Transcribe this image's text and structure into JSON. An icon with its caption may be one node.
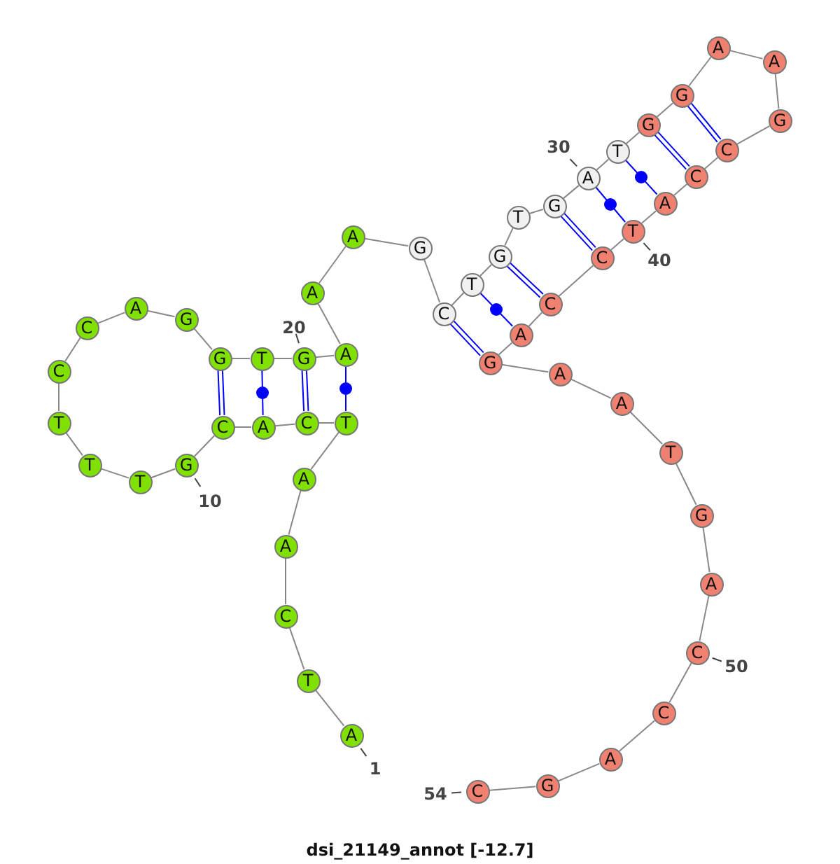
{
  "diagram": {
    "caption": "dsi_21149_annot [-12.7]",
    "nodes": [
      {
        "text": [
          "A"
        ],
        "beside": [
          "1"
        ]
      },
      {
        "text": [
          "T"
        ]
      },
      {
        "text": [
          "C"
        ]
      },
      {
        "text": [
          "A"
        ]
      },
      {
        "text": [
          "A"
        ]
      },
      {
        "text": [
          "T"
        ]
      },
      {
        "text": [
          "C"
        ]
      },
      {
        "text": [
          "A"
        ]
      },
      {
        "text": [
          "C"
        ]
      },
      {
        "text": [
          "G"
        ],
        "beside": [
          "10"
        ]
      },
      {
        "text": [
          "T"
        ]
      },
      {
        "text": [
          "T"
        ]
      },
      {
        "text": [
          "T"
        ]
      },
      {
        "text": [
          "C"
        ]
      },
      {
        "text": [
          "C"
        ]
      },
      {
        "text": [
          "A"
        ]
      },
      {
        "text": [
          "G"
        ]
      },
      {
        "text": [
          "G"
        ]
      },
      {
        "text": [
          "T"
        ]
      },
      {
        "text": [
          "G"
        ],
        "beside": [
          "20"
        ]
      },
      {
        "text": [
          "A"
        ]
      },
      {
        "text": [
          "A"
        ]
      },
      {
        "text": [
          "A"
        ]
      },
      {
        "text": [
          "G"
        ]
      },
      {
        "text": [
          "C"
        ]
      },
      {
        "text": [
          "T"
        ]
      },
      {
        "text": [
          "G"
        ]
      },
      {
        "text": [
          "T"
        ]
      },
      {
        "text": [
          "G"
        ]
      },
      {
        "text": [
          "A"
        ],
        "beside": [
          "30"
        ]
      },
      {
        "text": [
          "T"
        ]
      },
      {
        "text": [
          "G"
        ]
      },
      {
        "text": [
          "G"
        ]
      },
      {
        "text": [
          "A"
        ]
      },
      {
        "text": [
          "A"
        ]
      },
      {
        "text": [
          "G"
        ]
      },
      {
        "text": [
          "C"
        ]
      },
      {
        "text": [
          "C"
        ]
      },
      {
        "text": [
          "A"
        ]
      },
      {
        "text": [
          "T"
        ],
        "beside": [
          "40"
        ]
      },
      {
        "text": [
          "C"
        ]
      },
      {
        "text": [
          "C"
        ]
      },
      {
        "text": [
          "A"
        ]
      },
      {
        "text": [
          "G"
        ]
      },
      {
        "text": [
          "A"
        ]
      },
      {
        "text": [
          "A"
        ]
      },
      {
        "text": [
          "T"
        ]
      },
      {
        "text": [
          "G"
        ]
      },
      {
        "text": [
          "A"
        ]
      },
      {
        "text": [
          "C"
        ],
        "beside": [
          "50"
        ]
      },
      {
        "text": [
          "C"
        ]
      },
      {
        "text": [
          "A"
        ]
      },
      {
        "text": [
          "G"
        ]
      },
      {
        "text": [
          "C"
        ],
        "beside": [
          "54"
        ]
      }
    ],
    "edges": [
      {
        "from": 0,
        "to": 1,
        "arrow": "none"
      },
      {
        "from": 1,
        "to": 2,
        "arrow": "none"
      },
      {
        "from": 2,
        "to": 3,
        "arrow": "none"
      },
      {
        "from": 3,
        "to": 4,
        "arrow": "none"
      },
      {
        "from": 4,
        "to": 5,
        "arrow": "none"
      },
      {
        "from": 5,
        "to": 6,
        "arrow": "none"
      },
      {
        "from": 6,
        "to": 7,
        "arrow": "none"
      },
      {
        "from": 7,
        "to": 8,
        "arrow": "none"
      },
      {
        "from": 8,
        "to": 9,
        "arrow": "none"
      },
      {
        "from": 9,
        "to": 10,
        "arrow": "none"
      },
      {
        "from": 10,
        "to": 11,
        "arrow": "none"
      },
      {
        "from": 11,
        "to": 12,
        "arrow": "none"
      },
      {
        "from": 12,
        "to": 13,
        "arrow": "none"
      },
      {
        "from": 13,
        "to": 14,
        "arrow": "none"
      },
      {
        "from": 14,
        "to": 15,
        "arrow": "none"
      },
      {
        "from": 15,
        "to": 16,
        "arrow": "none"
      },
      {
        "from": 16,
        "to": 17,
        "arrow": "none"
      },
      {
        "from": 17,
        "to": 18,
        "arrow": "none"
      },
      {
        "from": 18,
        "to": 19,
        "arrow": "none"
      },
      {
        "from": 19,
        "to": 20,
        "arrow": "none"
      },
      {
        "from": 20,
        "to": 21,
        "arrow": "none"
      },
      {
        "from": 21,
        "to": 22,
        "arrow": "none"
      },
      {
        "from": 22,
        "to": 23,
        "arrow": "none"
      },
      {
        "from": 23,
        "to": 24,
        "arrow": "none"
      },
      {
        "from": 24,
        "to": 25,
        "arrow": "none"
      },
      {
        "from": 25,
        "to": 26,
        "arrow": "none"
      },
      {
        "from": 26,
        "to": 27,
        "arrow": "none"
      },
      {
        "from": 27,
        "to": 28,
        "arrow": "none"
      },
      {
        "from": 28,
        "to": 29,
        "arrow": "none"
      },
      {
        "from": 29,
        "to": 30,
        "arrow": "none"
      },
      {
        "from": 30,
        "to": 31,
        "arrow": "none"
      },
      {
        "from": 31,
        "to": 32,
        "arrow": "none"
      },
      {
        "from": 32,
        "to": 33,
        "arrow": "none"
      },
      {
        "from": 33,
        "to": 34,
        "arrow": "none"
      },
      {
        "from": 34,
        "to": 35,
        "arrow": "none"
      },
      {
        "from": 35,
        "to": 36,
        "arrow": "none"
      },
      {
        "from": 36,
        "to": 37,
        "arrow": "none"
      },
      {
        "from": 37,
        "to": 38,
        "arrow": "none"
      },
      {
        "from": 38,
        "to": 39,
        "arrow": "none"
      },
      {
        "from": 39,
        "to": 40,
        "arrow": "none"
      },
      {
        "from": 40,
        "to": 41,
        "arrow": "none"
      },
      {
        "from": 41,
        "to": 42,
        "arrow": "none"
      },
      {
        "from": 42,
        "to": 43,
        "arrow": "none"
      },
      {
        "from": 43,
        "to": 44,
        "arrow": "none"
      },
      {
        "from": 44,
        "to": 45,
        "arrow": "none"
      },
      {
        "from": 45,
        "to": 46,
        "arrow": "none"
      },
      {
        "from": 46,
        "to": 47,
        "arrow": "none"
      },
      {
        "from": 47,
        "to": 48,
        "arrow": "none"
      },
      {
        "from": 48,
        "to": 49,
        "arrow": "none"
      },
      {
        "from": 49,
        "to": 50,
        "arrow": "none"
      },
      {
        "from": 50,
        "to": 51,
        "arrow": "none"
      },
      {
        "from": 51,
        "to": 52,
        "arrow": "none"
      },
      {
        "from": 52,
        "to": 53,
        "arrow": "none"
      },
      {
        "from": 5,
        "to": 20,
        "arrow": "none",
        "color": "#0000ff"
      },
      {
        "from": 6,
        "to": 19,
        "arrow": "none",
        "color": "#0000ff"
      },
      {
        "from": 7,
        "to": 18,
        "arrow": "none",
        "color": "#0000ff"
      },
      {
        "from": 8,
        "to": 17,
        "arrow": "none",
        "color": "#0000ff"
      },
      {
        "from": 24,
        "to": 43,
        "arrow": "none",
        "color": "#0000ff"
      },
      {
        "from": 25,
        "to": 42,
        "arrow": "none",
        "color": "#0000ff"
      },
      {
        "from": 26,
        "to": 41,
        "arrow": "none",
        "color": "#0000ff"
      },
      {
        "from": 28,
        "to": 40,
        "arrow": "none",
        "color": "#0000ff"
      },
      {
        "from": 29,
        "to": 39,
        "arrow": "none",
        "color": "#0000ff"
      },
      {
        "from": 30,
        "to": 38,
        "arrow": "none",
        "color": "#0000ff"
      },
      {
        "from": 31,
        "to": 37,
        "arrow": "none",
        "color": "#0000ff"
      },
      {
        "from": 32,
        "to": 36,
        "arrow": "none",
        "color": "#0000ff"
      }
    ]
  }
}
